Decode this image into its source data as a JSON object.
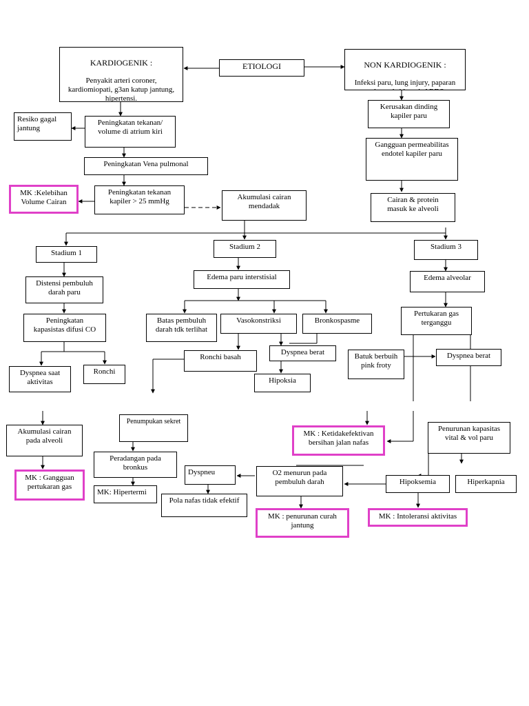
{
  "colors": {
    "mk_border": "#e040c8",
    "line": "#000000"
  },
  "nodes": {
    "etiologi": "ETIOLOGI",
    "kardiogenik_title": "KARDIOGENIK :",
    "kardiogenik_body": "Penyakit arteri coroner,\nkardiomiopati, g3an katup jantung,\nhipertensi.",
    "non_kardiogenik_title": "NON KARDIOGENIK :",
    "non_kardiogenik_body": "Infeksi paru, lung injury, paparan\ntoxic, reaksi laergi, ARDS,\npneumonia",
    "resiko": "Resiko gagal\njantung",
    "peningkatan_tekanan_volume": "Peningkatan tekanan/\nvolume di atrium kiri",
    "peningkatan_vena": "Peningkatan Vena pulmonal",
    "mk_kelebihan": "MK :Kelebihan\nVolume Cairan",
    "peningkatan_kapiler": "Peningkatan tekanan\nkapiler > 25 mmHg",
    "akumulasi_mendadak": "Akumulasi  cairan\nmendadak",
    "kerusakan": "Kerusakan dinding\nkapiler paru",
    "gangguan_permeabilitas": "Gangguan permeabilitas\nendotel kapiler paru",
    "cairan_protein": "Cairan & protein\nmasuk ke alveoli",
    "stadium1": "Stadium 1",
    "stadium2": "Stadium 2",
    "stadium3": "Stadium 3",
    "distensi": "Distensi pembuluh\ndarah paru",
    "kapasitas_difusi": "Peningkatan\nkapasistas difusi CO",
    "dyspnea_aktivitas": "Dyspnea saat\naktivitas",
    "ronchi1": "Ronchi",
    "akumulasi_alveoli": "Akumulasi cairan\npada alveoli",
    "mk_gangguan_gas": "MK : Gangguan\npertukaran gas",
    "edema_interstisial": "Edema paru interstisial",
    "batas_pembuluh": "Batas pembuluh\ndarah tdk terlihat",
    "vasokonstriksi": "Vasokonstriksi",
    "bronkospasme": "Bronkospasme",
    "ronchi_basah": "Ronchi basah",
    "dyspnea_berat1": "Dyspnea berat",
    "hipoksia": "Hipoksia",
    "penumpukan": "Penumpukan sekret",
    "peradangan": "Peradangan pada\nbronkus",
    "mk_hipertermi": "MK: Hipertermi",
    "dyspneu": "Dyspneu",
    "pola_nafas": "Pola nafas tidak efektif",
    "o2_menurun": "O2 menurun pada\npembuluh darah",
    "mk_penurunan_curah": "MK : penurunan curah\njantung",
    "edema_alveolar": "Edema alveolar",
    "pertukaran_gas": "Pertukaran gas\nterganggu",
    "batuk": "Batuk berbuih\npink froty",
    "dyspnea_berat2": "Dyspnea berat",
    "mk_ketidakefektivan": "MK : Ketidakefektivan\nbersihan jalan nafas",
    "penurunan_kapasitas": "Penurunan kapasitas\nvital & vol paru",
    "hipoksemia": "Hipoksemia",
    "hiperkapnia": "Hiperkapnia",
    "mk_intoleransi": "MK : Intoleransi aktivitas"
  }
}
